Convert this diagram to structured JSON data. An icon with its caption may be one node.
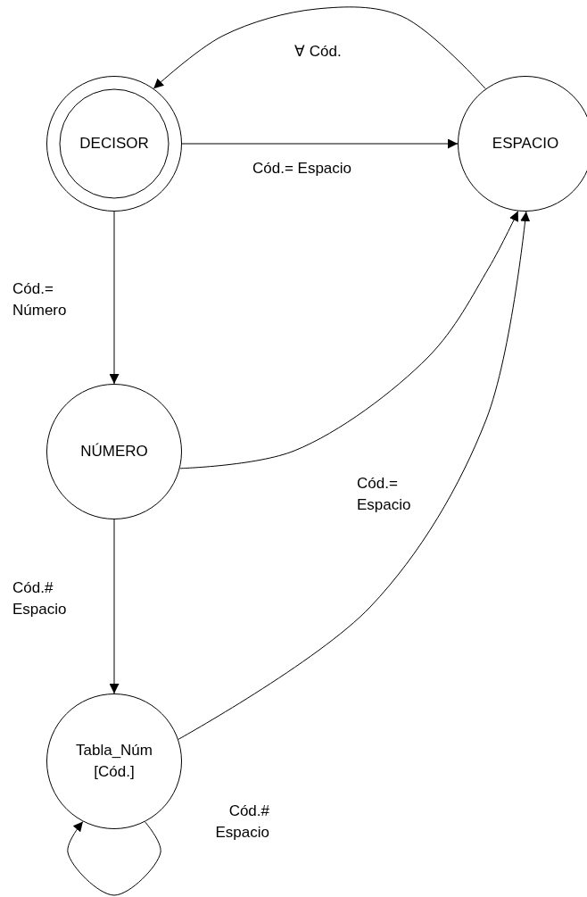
{
  "diagram": {
    "nodes": [
      {
        "text": [
          "DECISOR"
        ]
      },
      {
        "text": [
          "ESPACIO"
        ]
      },
      {
        "text": [
          "NÚMERO"
        ]
      },
      {
        "text": [
          "Tabla_Núm [Cód.]"
        ]
      }
    ],
    "edges": [
      {
        "from": 1,
        "to": 0,
        "arrow": "to",
        "label": "∀ Cód."
      },
      {
        "from": 0,
        "to": 1,
        "arrow": "to",
        "label": "Cód.= Espacio"
      },
      {
        "from": 0,
        "to": 2,
        "arrow": "to",
        "label": "Cód.= Número"
      },
      {
        "from": 2,
        "to": 1,
        "arrow": "to"
      },
      {
        "from": 3,
        "to": 1,
        "arrow": "to",
        "label": "Cód.= Espacio"
      },
      {
        "from": 2,
        "to": 3,
        "arrow": "to",
        "label": "Cód.# Espacio"
      },
      {
        "from": 3,
        "to": 3,
        "arrow": "to",
        "label": "Cód.# Espacio"
      }
    ]
  }
}
